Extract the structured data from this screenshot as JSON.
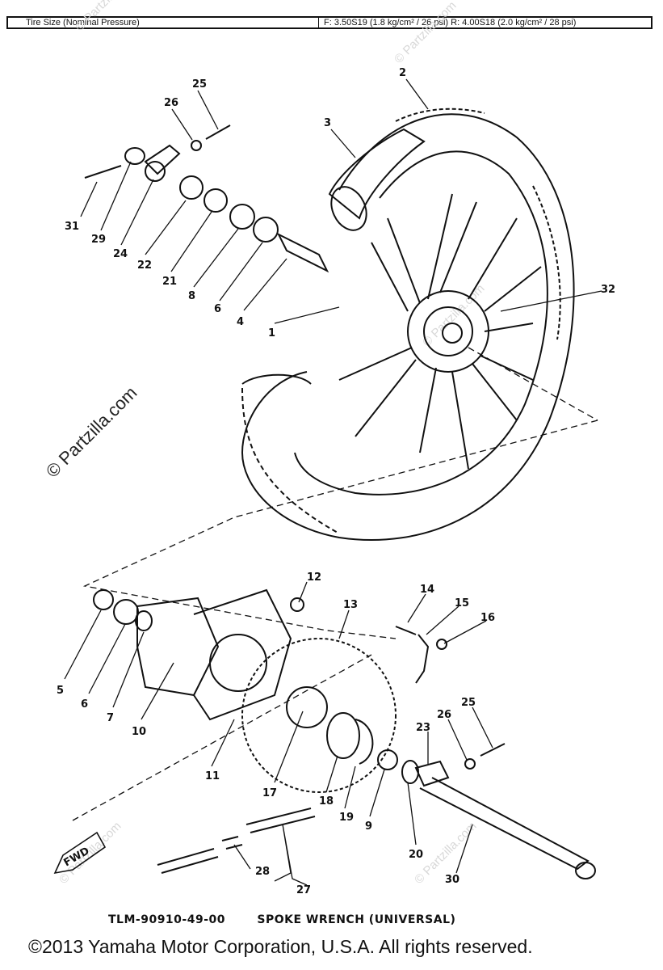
{
  "header": {
    "left": "Tire Size (Nominal Pressure)",
    "right": "F: 3.50S19 (1.8 kg/cm² / 26 psi) R: 4.00S18 (2.0 kg/cm² / 28 psi)"
  },
  "watermark": {
    "main": "© Partzilla.com",
    "faint": "© Partzilla.com"
  },
  "direction_label": "FWD",
  "callouts": [
    "25",
    "26",
    "2",
    "3",
    "31",
    "29",
    "24",
    "22",
    "21",
    "8",
    "6",
    "4",
    "1",
    "32",
    "12",
    "14",
    "15",
    "16",
    "13",
    "5",
    "6",
    "7",
    "10",
    "11",
    "17",
    "18",
    "19",
    "9",
    "20",
    "23",
    "26",
    "25",
    "28",
    "27",
    "30"
  ],
  "tool": {
    "part_number": "TLM-90910-49-00",
    "name": "SPOKE WRENCH (UNIVERSAL)"
  },
  "copyright": "©2013  Yamaha Motor Corporation, U.S.A. All rights reserved."
}
